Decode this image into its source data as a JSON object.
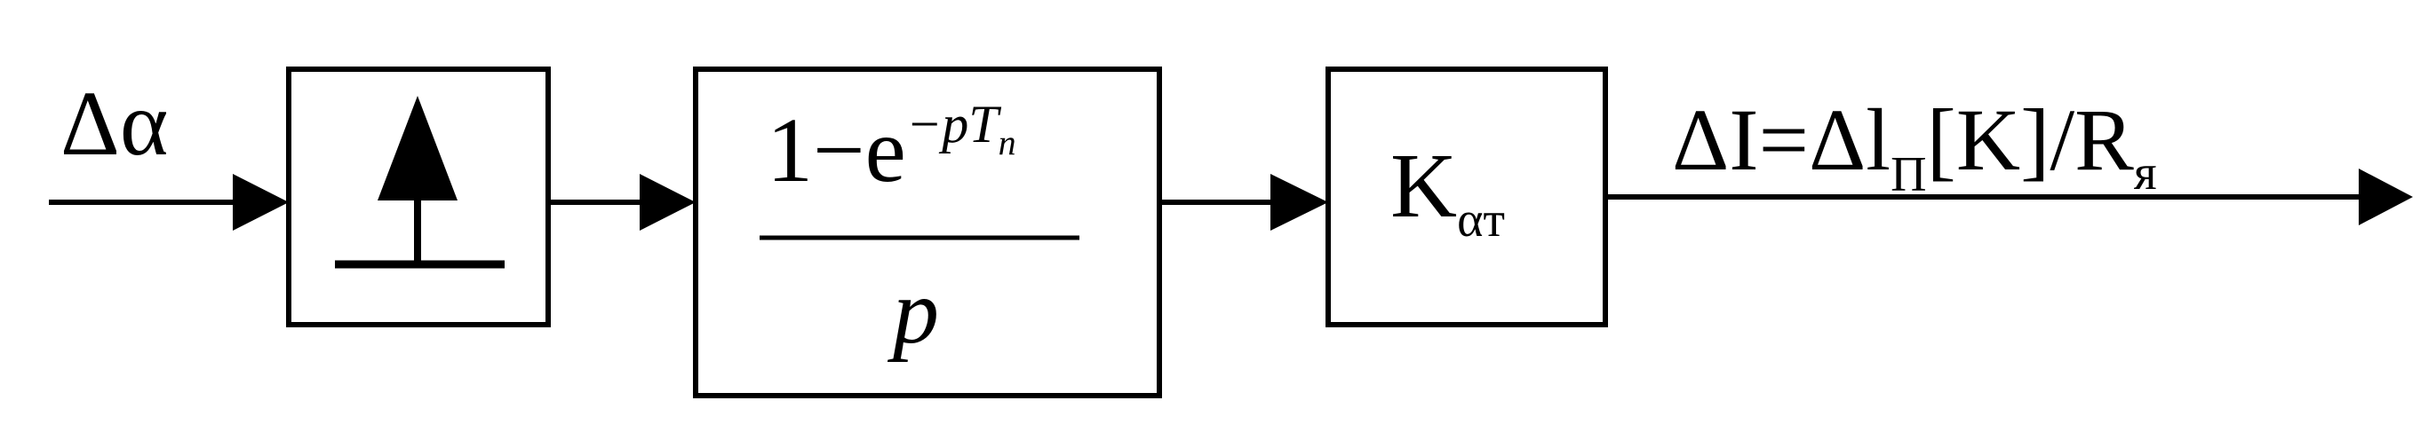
{
  "colors": {
    "ink": "#000000",
    "background": "#ffffff"
  },
  "diagram": {
    "input_signal": "Δα",
    "block1": {
      "icon": "sample-hold-up-arrow-icon"
    },
    "block2": {
      "numerator_base": "1−e",
      "numerator_exp": "−pT",
      "numerator_exp_sub": "п",
      "denominator": "p"
    },
    "block3": {
      "main": "K",
      "sub": "αт"
    },
    "output_signal": {
      "part1": "ΔI=Δl",
      "sub1": "П",
      "part2": "[K]/R",
      "sub2": "я"
    }
  }
}
